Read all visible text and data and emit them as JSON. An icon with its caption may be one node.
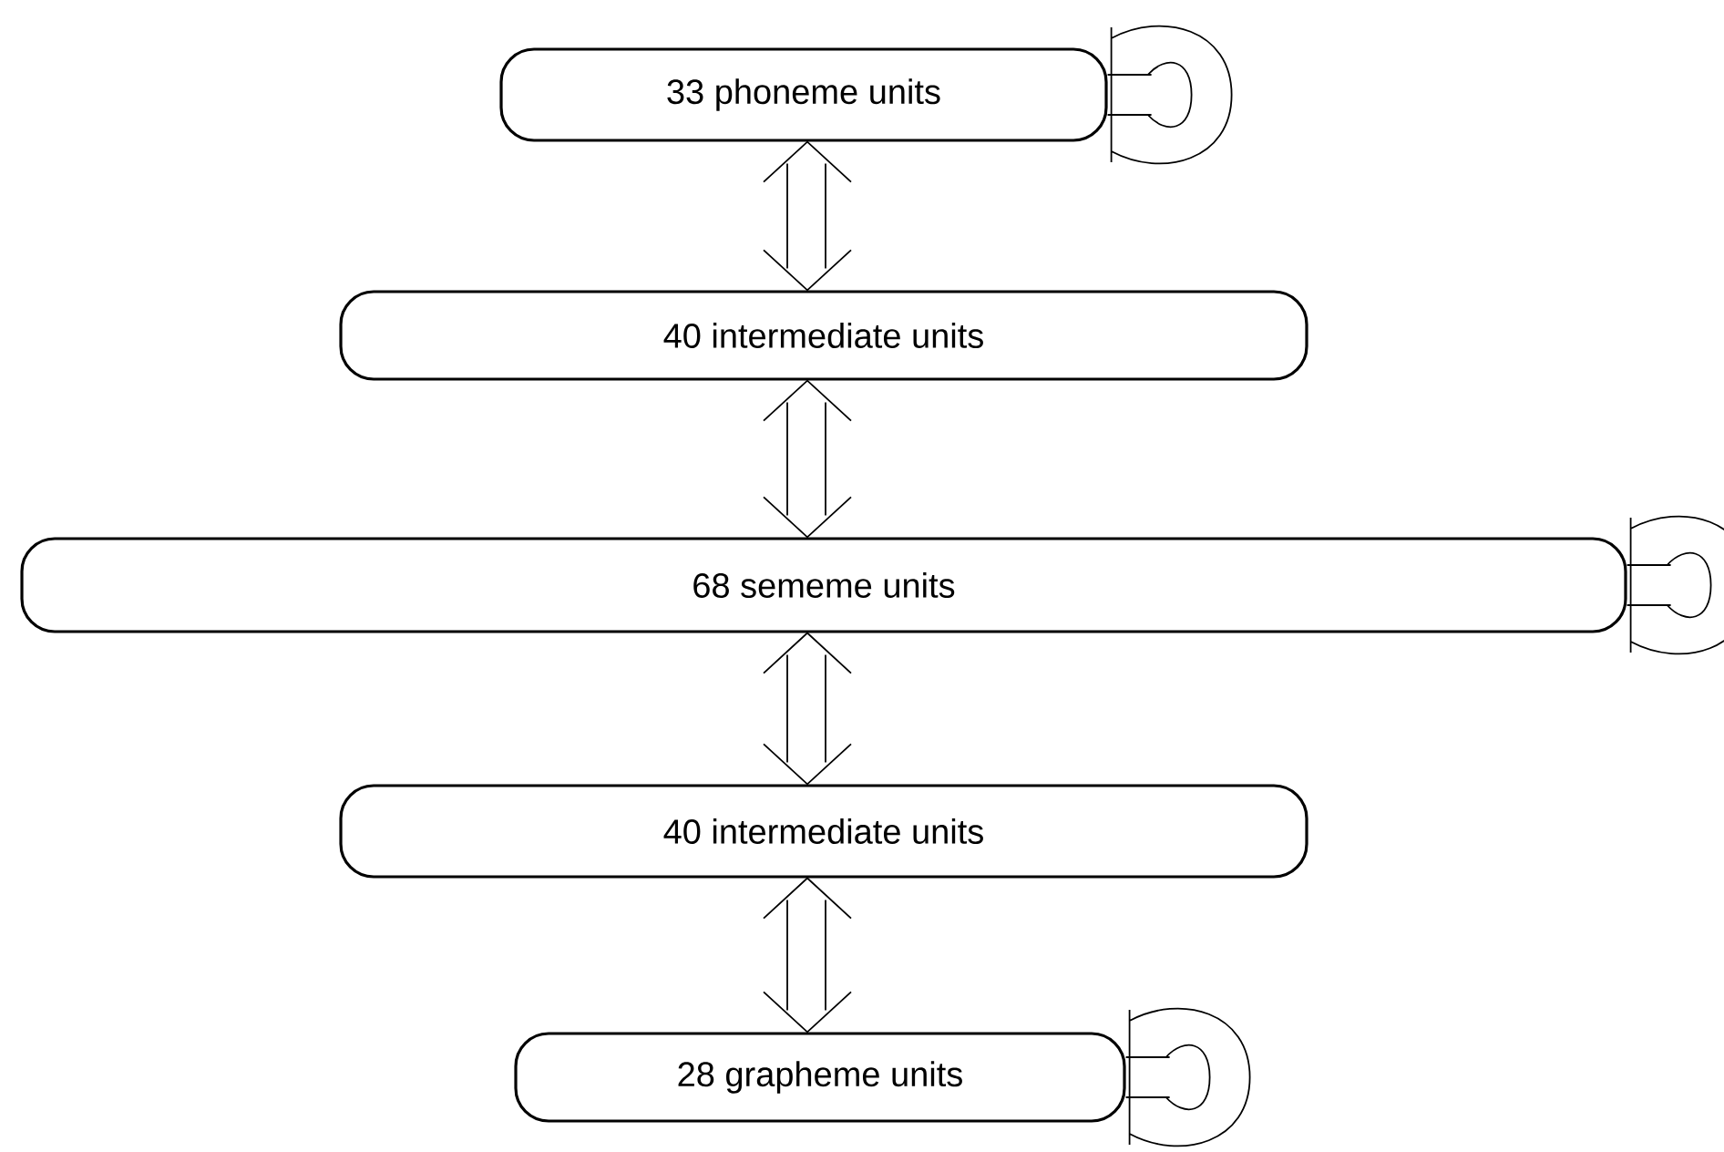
{
  "diagram": {
    "nodes": [
      {
        "text": [
          "33 phoneme units"
        ]
      },
      {
        "text": [
          "40 intermediate units"
        ]
      },
      {
        "text": [
          "68 sememe units"
        ]
      },
      {
        "text": [
          "40 intermediate units"
        ]
      },
      {
        "text": [
          "28 grapheme units"
        ]
      }
    ],
    "edges": [
      {
        "from": 0,
        "to": 0,
        "arrow": "none"
      },
      {
        "from": 0,
        "to": 1,
        "arrow": "both"
      },
      {
        "from": 1,
        "to": 2,
        "arrow": "both"
      },
      {
        "from": 2,
        "to": 2,
        "arrow": "none"
      },
      {
        "from": 2,
        "to": 3,
        "arrow": "both"
      },
      {
        "from": 3,
        "to": 4,
        "arrow": "both"
      },
      {
        "from": 4,
        "to": 4,
        "arrow": "none"
      }
    ]
  }
}
